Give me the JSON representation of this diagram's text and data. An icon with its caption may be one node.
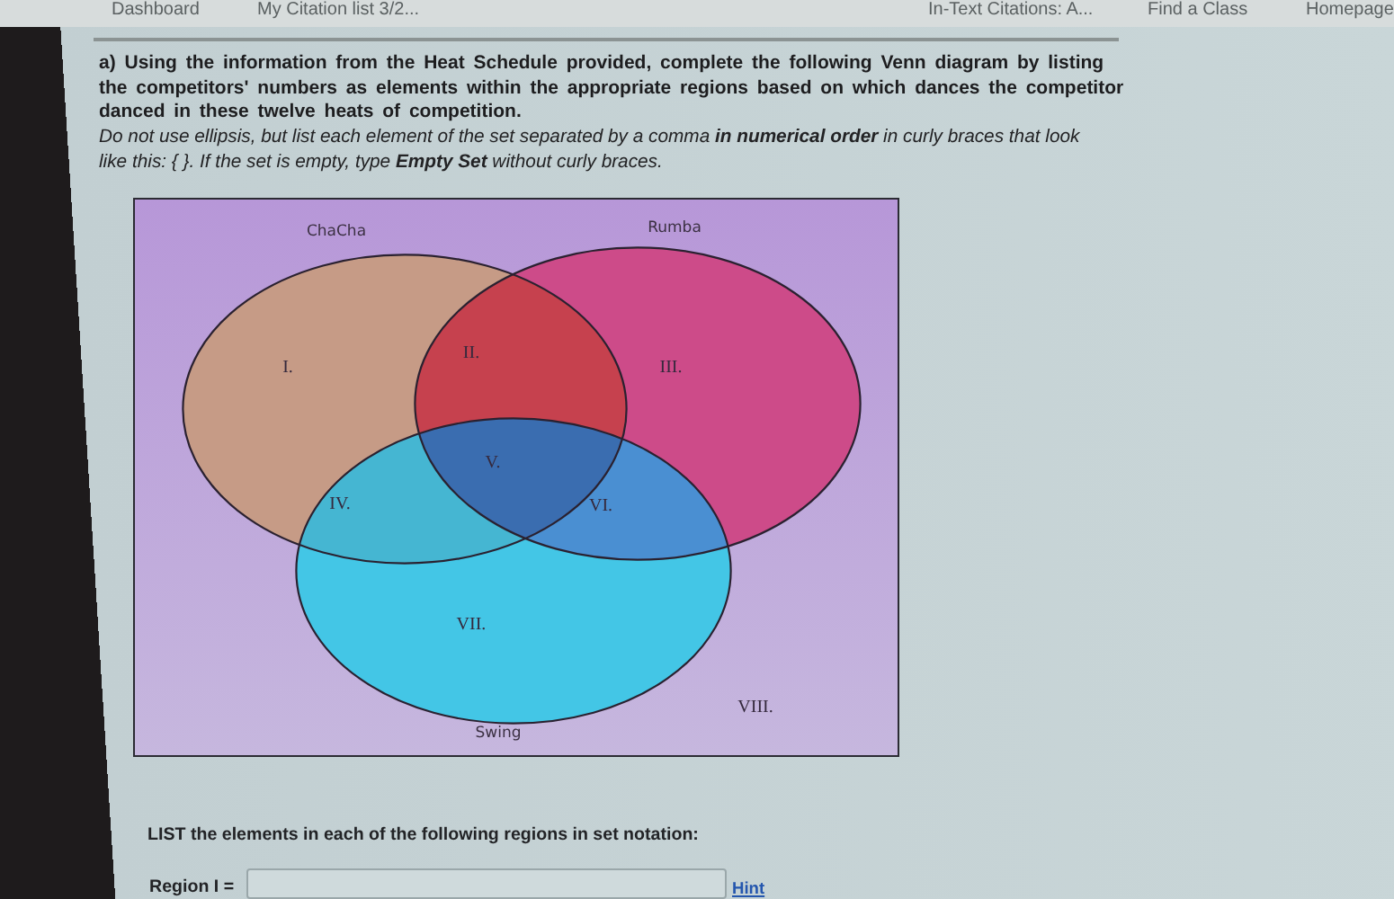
{
  "diagram": {
    "nodes": [
      {
        "text": [],
        "shape": "box"
      },
      {
        "text": [
          "ChaCha"
        ],
        "in": 0
      },
      {
        "text": [
          "Rumba"
        ],
        "in": 0
      },
      {
        "text": [
          "Swing"
        ],
        "in": 0
      }
    ],
    "edges": [],
    "labels": [
      "Dashboard",
      "My Citation list 3/2...",
      "In-Text Citations: A...",
      "Find a Class",
      "Homepage",
      "a) Using the information from the Heat Schedule provided, complete the following Venn diagram by listing the competitors' numbers as elements within the appropriate regions based on which dances the competitor danced in these twelve heats of competition.",
      "Do not use ellipsis, but list each element of the set separated by a comma **in numerical order** in curly braces that look like this: { }. If the set is empty, type **Empty Set** without curly braces.",
      "I.",
      "II.",
      "III.",
      "IV.",
      "V.",
      "VI.",
      "VII.",
      "VIII.",
      "LIST the elements in each of the following regions in set notation:",
      "Region I =",
      "Hint"
    ]
  }
}
